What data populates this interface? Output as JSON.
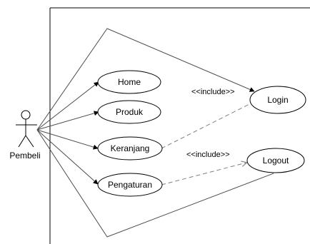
{
  "diagram": {
    "actor": {
      "name": "Pembeli",
      "icon": "stick-figure-icon"
    },
    "use_cases": {
      "home": "Home",
      "produk": "Produk",
      "keranjang": "Keranjang",
      "pengaturan": "Pengaturan",
      "login": "Login",
      "logout": "Logout"
    },
    "relations": {
      "include_login": "<<include>>",
      "include_logout": "<<include>>"
    },
    "colors": {
      "stroke": "#000000",
      "line": "#4d4d4d",
      "dashed": "#808080",
      "background": "#ffffff"
    }
  }
}
